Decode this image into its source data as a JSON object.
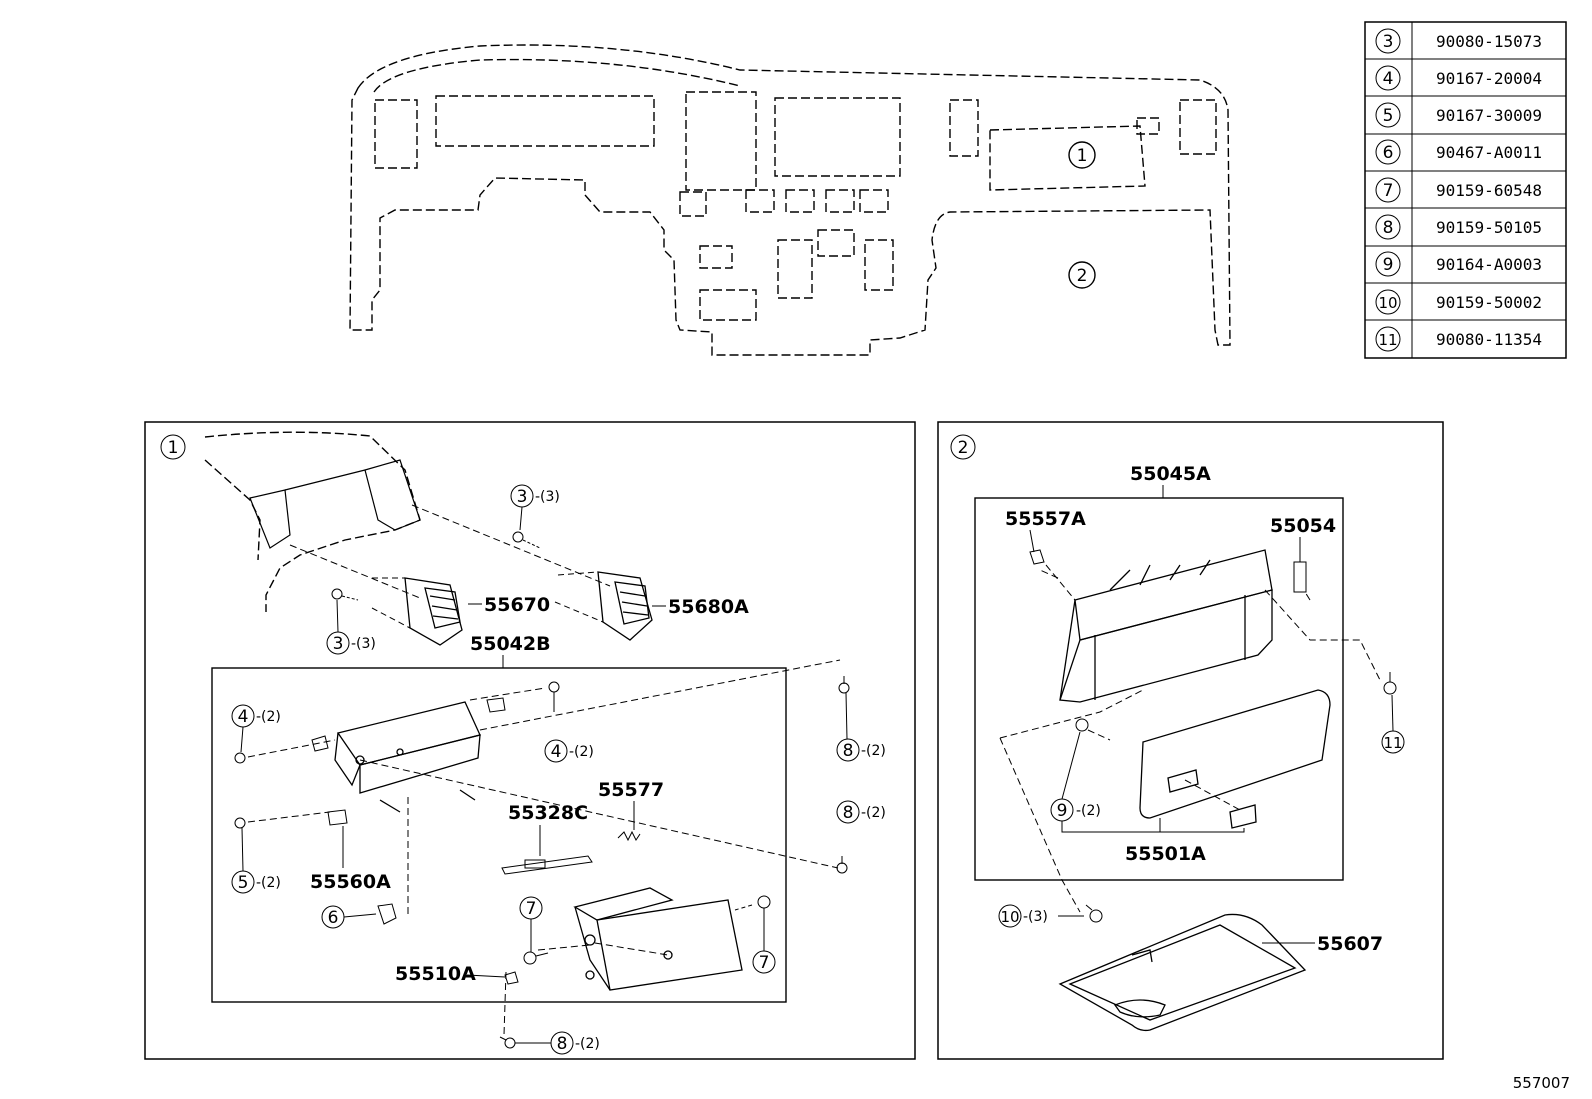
{
  "figure_code": "557007",
  "parts_table": [
    {
      "ref": "3",
      "part": "90080-15073"
    },
    {
      "ref": "4",
      "part": "90167-20004"
    },
    {
      "ref": "5",
      "part": "90167-30009"
    },
    {
      "ref": "6",
      "part": "90467-A0011"
    },
    {
      "ref": "7",
      "part": "90159-60548"
    },
    {
      "ref": "8",
      "part": "90159-50105"
    },
    {
      "ref": "9",
      "part": "90164-A0003"
    },
    {
      "ref": "10",
      "part": "90159-50002"
    },
    {
      "ref": "11",
      "part": "90080-11354"
    }
  ],
  "overview": {
    "zone1": "1",
    "zone2": "2"
  },
  "panel1": {
    "id": "1",
    "labels": {
      "p55670": "55670",
      "p55680A": "55680A",
      "p55042B": "55042B",
      "p55577": "55577",
      "p55328C": "55328C",
      "p55560A": "55560A",
      "p55510A": "55510A"
    },
    "callouts": {
      "c3a": {
        "ref": "3",
        "qty": "-(3)"
      },
      "c3b": {
        "ref": "3",
        "qty": "-(3)"
      },
      "c4a": {
        "ref": "4",
        "qty": "-(2)"
      },
      "c4b": {
        "ref": "4",
        "qty": "-(2)"
      },
      "c8a": {
        "ref": "8",
        "qty": "-(2)"
      },
      "c8b": {
        "ref": "8",
        "qty": "-(2)"
      },
      "c8c": {
        "ref": "8",
        "qty": "-(2)"
      },
      "c5": {
        "ref": "5",
        "qty": "-(2)"
      },
      "c6": {
        "ref": "6"
      },
      "c7a": {
        "ref": "7"
      },
      "c7b": {
        "ref": "7"
      }
    }
  },
  "panel2": {
    "id": "2",
    "labels": {
      "p55045A": "55045A",
      "p55557A": "55557A",
      "p55054": "55054",
      "p55501A": "55501A",
      "p55607": "55607"
    },
    "callouts": {
      "c9": {
        "ref": "9",
        "qty": "-(2)"
      },
      "c10": {
        "ref": "10",
        "qty": "-(3)"
      },
      "c11": {
        "ref": "11"
      }
    }
  }
}
